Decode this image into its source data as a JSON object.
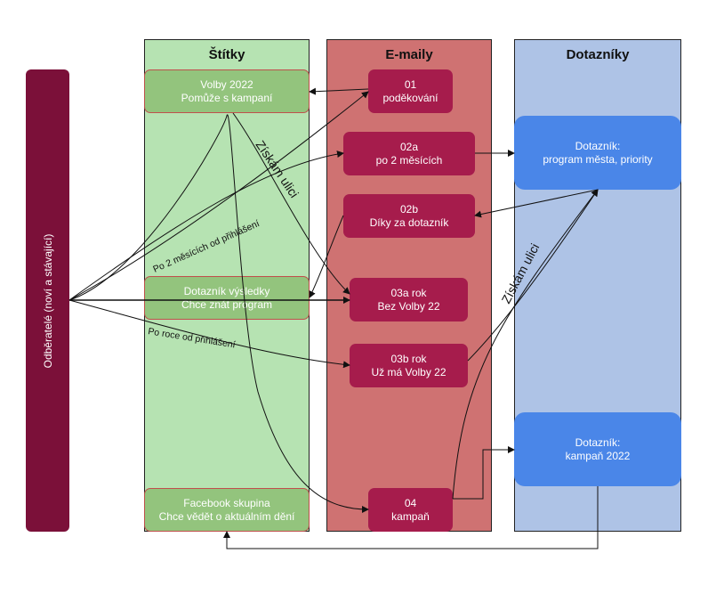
{
  "columns": {
    "tags": {
      "title": "Štítky",
      "color": "#b6e3b2"
    },
    "emails": {
      "title": "E-maily",
      "color": "#cf7272"
    },
    "surveys": {
      "title": "Dotazníky",
      "color": "#aec3e6"
    }
  },
  "subscribers": {
    "label": "Odběratelé (noví a stávající)",
    "color": "#7b1039"
  },
  "tags": {
    "volby2022": {
      "line1": "Volby 2022",
      "line2": "Pomůže s kampaní"
    },
    "dotaznik_vysledky": {
      "line1": "Dotazník výsledky",
      "line2": "Chce znát program"
    },
    "facebook": {
      "line1": "Facebook skupina",
      "line2": "Chce vědět o aktuálním dění"
    }
  },
  "emails": {
    "e01": {
      "line1": "01",
      "line2": "poděkování"
    },
    "e02a": {
      "line1": "02a",
      "line2": "po 2 měsících"
    },
    "e02b": {
      "line1": "02b",
      "line2": "Díky za dotazník"
    },
    "e03a": {
      "line1": "03a rok",
      "line2": "Bez Volby 22"
    },
    "e03b": {
      "line1": "03b rok",
      "line2": "Už má Volby 22"
    },
    "e04": {
      "line1": "04",
      "line2": "kampaň"
    }
  },
  "surveys": {
    "program": {
      "line1": "Dotazník:",
      "line2": "program města, priority"
    },
    "kampan": {
      "line1": "Dotazník:",
      "line2": "kampaň 2022"
    }
  },
  "edge_labels": {
    "po2mesicich": "Po 2 měsících od přihlášení",
    "porocne": "Po roce od přihlášení",
    "ziskam1": "Získám ulici",
    "ziskam2": "Získám ulici"
  }
}
